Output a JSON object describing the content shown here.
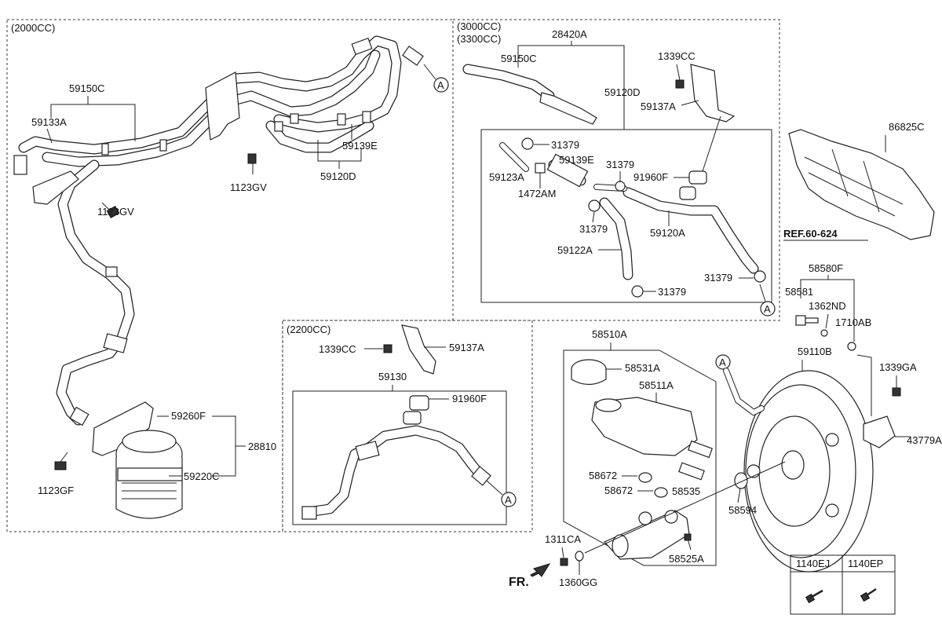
{
  "sections": {
    "s2000": "(2000CC)",
    "s3000": "(3000CC)",
    "s3300": "(3300CC)",
    "s2200": "(2200CC)"
  },
  "labels": {
    "p59150C_a": "59150C",
    "p59133A": "59133A",
    "p1123GV_a": "1123GV",
    "p1123GV_b": "1123GV",
    "p59139E_a": "59139E",
    "p59120D_a": "59120D",
    "p59260F": "59260F",
    "p28810": "28810",
    "p59220C": "59220C",
    "p1123GF": "1123GF",
    "p28420A": "28420A",
    "p59150C_b": "59150C",
    "p59120D_b": "59120D",
    "p1339CC_a": "1339CC",
    "p59137A_a": "59137A",
    "p31379_a": "31379",
    "p59139E_b": "59139E",
    "p31379_b": "31379",
    "p59123A": "59123A",
    "p91960F_a": "91960F",
    "p1472AM": "1472AM",
    "p31379_c": "31379",
    "p59120A": "59120A",
    "p59122A": "59122A",
    "p31379_d": "31379",
    "p31379_e": "31379",
    "p1339CC_b": "1339CC",
    "p59137A_b": "59137A",
    "p59130": "59130",
    "p91960F_b": "91960F",
    "p86825C": "86825C",
    "ref": "REF.60-624",
    "p58580F": "58580F",
    "p58581": "58581",
    "p1362ND": "1362ND",
    "p1710AB": "1710AB",
    "p59110B": "59110B",
    "p1339GA": "1339GA",
    "p43779A": "43779A",
    "p58594": "58594",
    "p58510A": "58510A",
    "p58531A": "58531A",
    "p58511A": "58511A",
    "p58672_a": "58672",
    "p58672_b": "58672",
    "p58535": "58535",
    "p58525A": "58525A",
    "p1311CA": "1311CA",
    "p1360GG": "1360GG",
    "fr": "FR.",
    "t1140EJ": "1140EJ",
    "t1140EP": "1140EP"
  },
  "markers": {
    "a": "A"
  }
}
